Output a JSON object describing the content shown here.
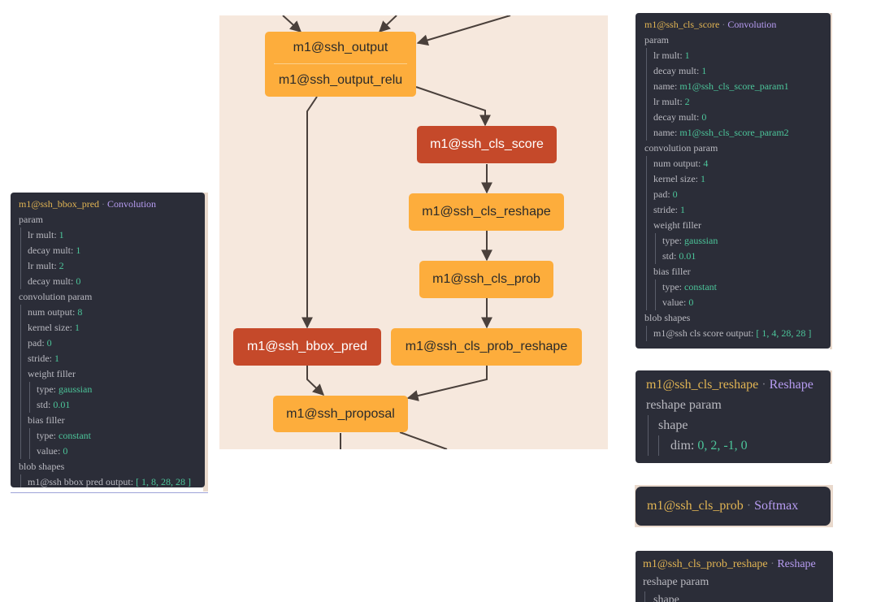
{
  "graph": {
    "nodes": {
      "ssh_output": "m1@ssh_output",
      "ssh_output_relu": "m1@ssh_output_relu",
      "ssh_cls_score": "m1@ssh_cls_score",
      "ssh_cls_reshape": "m1@ssh_cls_reshape",
      "ssh_cls_prob": "m1@ssh_cls_prob",
      "ssh_bbox_pred": "m1@ssh_bbox_pred",
      "ssh_cls_prob_reshape": "m1@ssh_cls_prob_reshape",
      "ssh_proposal": "m1@ssh_proposal"
    },
    "colors": {
      "canvas": "#f6e8dd",
      "layer": "#fdad3c",
      "conv": "#c5492a",
      "edge": "#4a403b"
    }
  },
  "bbox_panel": {
    "name": "m1@ssh_bbox_pred",
    "sep": "·",
    "type": "Convolution",
    "param": "param",
    "lr_mult_1_label": "lr mult:",
    "lr_mult_1": "1",
    "decay_mult_1_label": "decay mult:",
    "decay_mult_1": "1",
    "lr_mult_2_label": "lr mult:",
    "lr_mult_2": "2",
    "decay_mult_2_label": "decay mult:",
    "decay_mult_2": "0",
    "conv_param": "convolution param",
    "num_output_label": "num output:",
    "num_output": "8",
    "kernel_size_label": "kernel size:",
    "kernel_size": "1",
    "pad_label": "pad:",
    "pad": "0",
    "stride_label": "stride:",
    "stride": "1",
    "weight_filler": "weight filler",
    "wf_type_label": "type:",
    "wf_type": "gaussian",
    "wf_std_label": "std:",
    "wf_std": "0.01",
    "bias_filler": "bias filler",
    "bf_type_label": "type:",
    "bf_type": "constant",
    "bf_value_label": "value:",
    "bf_value": "0",
    "blob_shapes": "blob shapes",
    "output_label": "m1@ssh bbox pred output:",
    "output_value": "[ 1, 8, 28, 28 ]"
  },
  "score_panel": {
    "name": "m1@ssh_cls_score",
    "sep": "·",
    "type": "Convolution",
    "param": "param",
    "lr_mult_1_label": "lr mult:",
    "lr_mult_1": "1",
    "decay_mult_1_label": "decay mult:",
    "decay_mult_1": "1",
    "name_1_label": "name:",
    "name_1": "m1@ssh_cls_score_param1",
    "lr_mult_2_label": "lr mult:",
    "lr_mult_2": "2",
    "decay_mult_2_label": "decay mult:",
    "decay_mult_2": "0",
    "name_2_label": "name:",
    "name_2": "m1@ssh_cls_score_param2",
    "conv_param": "convolution param",
    "num_output_label": "num output:",
    "num_output": "4",
    "kernel_size_label": "kernel size:",
    "kernel_size": "1",
    "pad_label": "pad:",
    "pad": "0",
    "stride_label": "stride:",
    "stride": "1",
    "weight_filler": "weight filler",
    "wf_type_label": "type:",
    "wf_type": "gaussian",
    "wf_std_label": "std:",
    "wf_std": "0.01",
    "bias_filler": "bias filler",
    "bf_type_label": "type:",
    "bf_type": "constant",
    "bf_value_label": "value:",
    "bf_value": "0",
    "blob_shapes": "blob shapes",
    "output_label": "m1@ssh cls score output:",
    "output_value": "[ 1, 4, 28, 28 ]"
  },
  "reshape_panel": {
    "name": "m1@ssh_cls_reshape",
    "sep": "·",
    "type": "Reshape",
    "reshape_param": "reshape param",
    "shape": "shape",
    "dim_label": "dim:",
    "dim_value": "0, 2, -1, 0"
  },
  "softmax_panel": {
    "name": "m1@ssh_cls_prob",
    "sep": "·",
    "type": "Softmax"
  },
  "prob_reshape_panel": {
    "name": "m1@ssh_cls_prob_reshape",
    "sep": "·",
    "type": "Reshape",
    "reshape_param": "reshape param",
    "shape": "shape"
  }
}
